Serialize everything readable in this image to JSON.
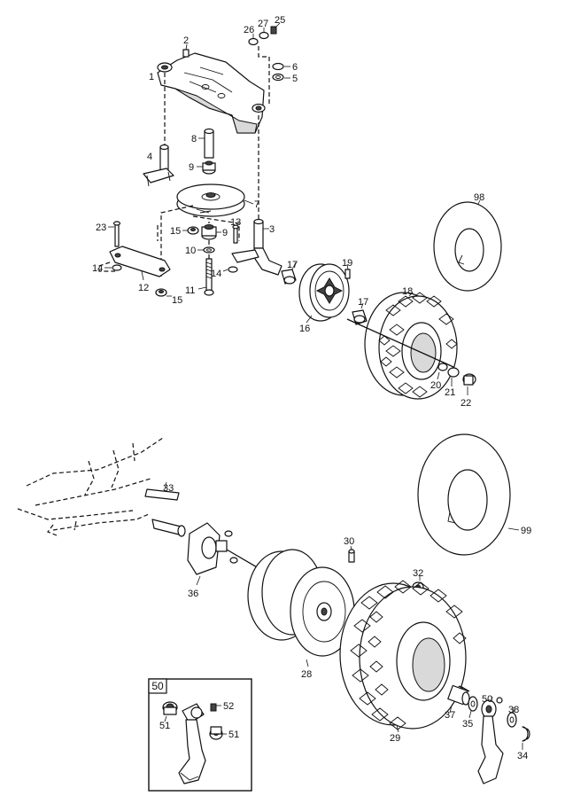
{
  "callouts": {
    "c1": "1",
    "c2": "2",
    "c3": "3",
    "c4": "4",
    "c5": "5",
    "c6": "6",
    "c7": "7",
    "c8": "8",
    "c9a": "9",
    "c9b": "9",
    "c10": "10",
    "c11": "11",
    "c12": "12",
    "c13": "13",
    "c14a": "14",
    "c14b": "14",
    "c15a": "15",
    "c15b": "15",
    "c16": "16",
    "c17a": "17",
    "c17b": "17",
    "c18": "18",
    "c19": "19",
    "c20": "20",
    "c21": "21",
    "c22": "22",
    "c23": "23",
    "c25": "25",
    "c26": "26",
    "c27": "27",
    "c98": "98",
    "c28": "28",
    "c29": "29",
    "c30": "30",
    "c32": "32",
    "c33": "33",
    "c34": "34",
    "c35": "35",
    "c36": "36",
    "c37": "37",
    "c38": "38",
    "c50": "50",
    "c99": "99"
  },
  "inset": {
    "box_label": "50",
    "c51a": "51",
    "c51b": "51",
    "c52": "52"
  }
}
